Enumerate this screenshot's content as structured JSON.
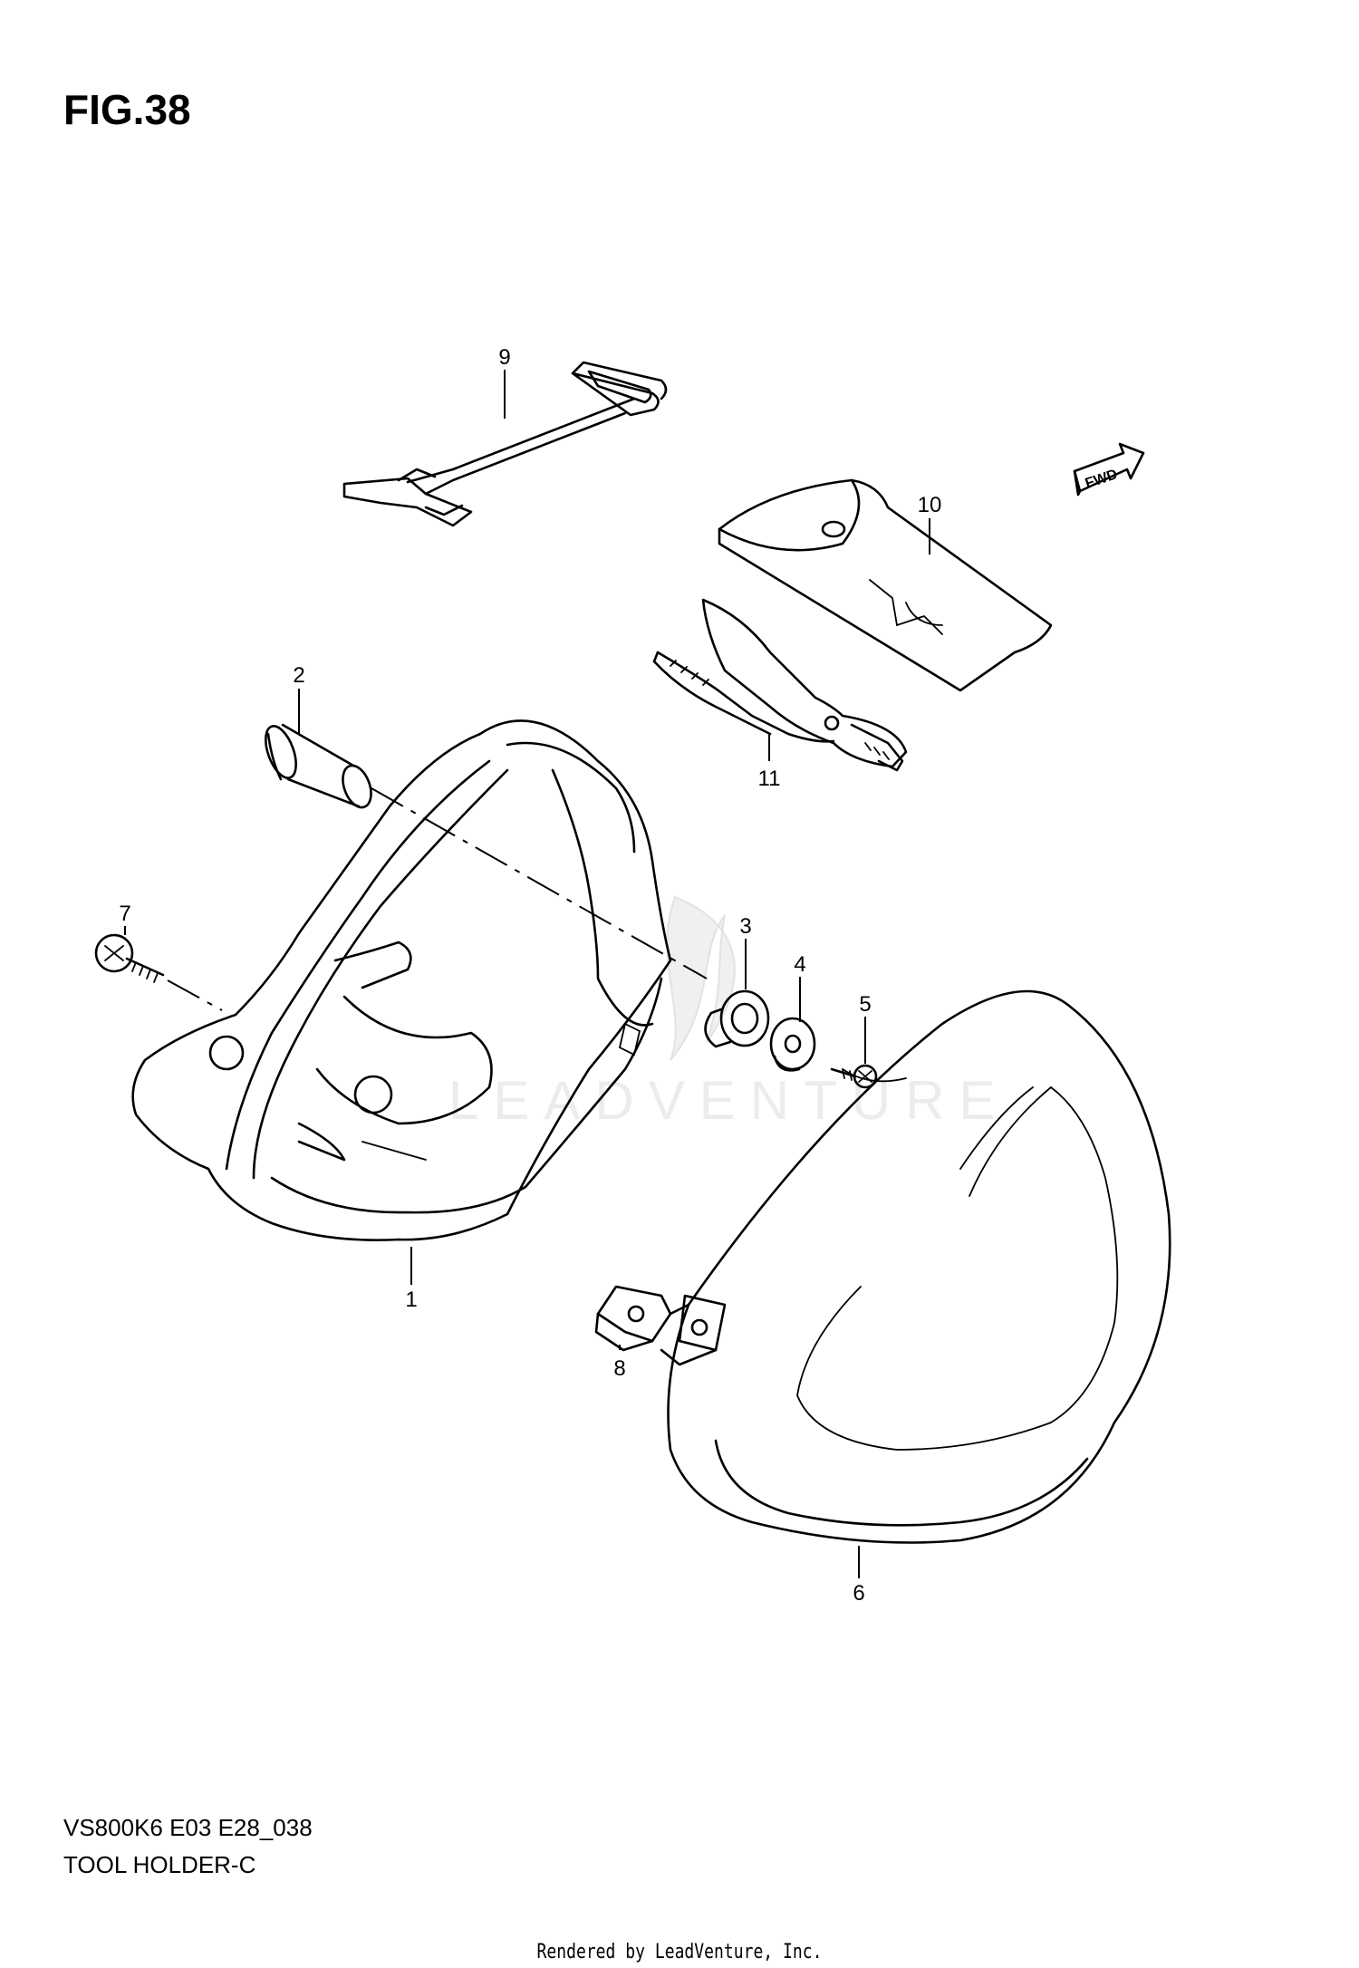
{
  "figure": {
    "title": "FIG.38",
    "model_code": "VS800K6 E03 E28_038",
    "section_name": "TOOL HOLDER-C",
    "footer_credit": "Rendered by LeadVenture, Inc.",
    "watermark": "LEADVENTURE",
    "direction_label": "FWD"
  },
  "callouts": [
    {
      "id": "1",
      "label": "1",
      "part": "tool-holder-case"
    },
    {
      "id": "2",
      "label": "2",
      "part": "bolt-spacer"
    },
    {
      "id": "3",
      "label": "3",
      "part": "cushion"
    },
    {
      "id": "4",
      "label": "4",
      "part": "washer"
    },
    {
      "id": "5",
      "label": "5",
      "part": "screw"
    },
    {
      "id": "6",
      "label": "6",
      "part": "cover"
    },
    {
      "id": "7",
      "label": "7",
      "part": "screw"
    },
    {
      "id": "8",
      "label": "8",
      "part": "nut-clip"
    },
    {
      "id": "9",
      "label": "9",
      "part": "band"
    },
    {
      "id": "10",
      "label": "10",
      "part": "tool-bag"
    },
    {
      "id": "11",
      "label": "11",
      "part": "pliers"
    }
  ]
}
